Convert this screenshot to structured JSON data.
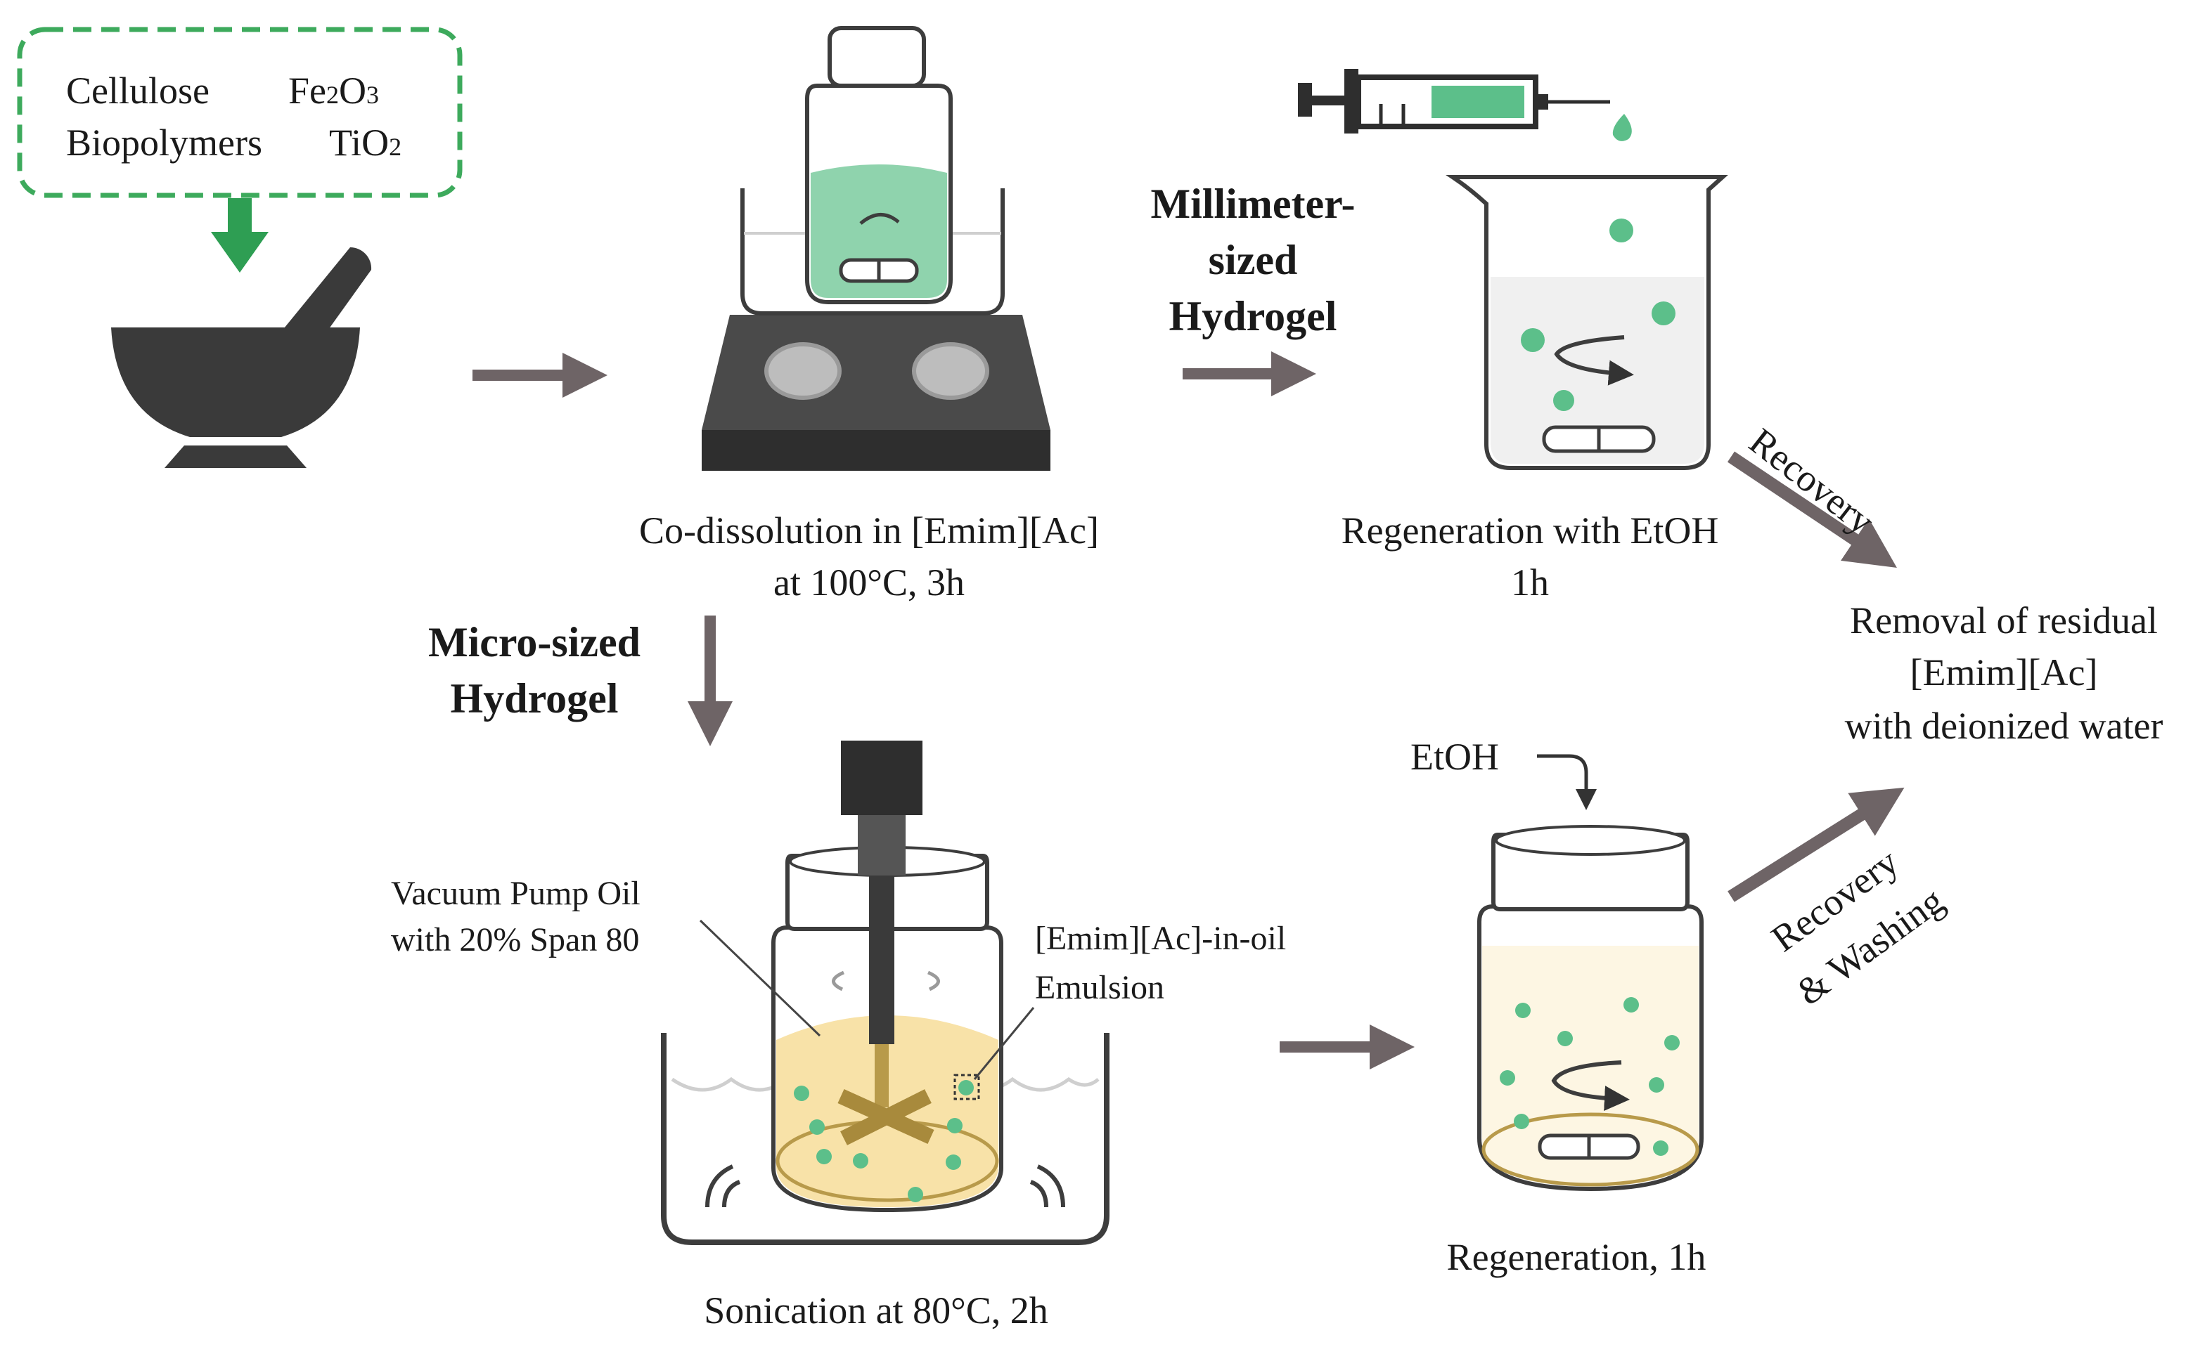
{
  "materials": {
    "cellulose": "Cellulose",
    "iron_oxide_base": "Fe",
    "iron_oxide_sub1": "2",
    "iron_oxide_mid": "O",
    "iron_oxide_sub2": "3",
    "biopolymers": "Biopolymers",
    "titania_base": "TiO",
    "titania_sub": "2"
  },
  "steps": {
    "codissolution_line1": "Co-dissolution in [Emim][Ac]",
    "codissolution_line2": "at 100°C, 3h",
    "millimeter_line1": "Millimeter-",
    "millimeter_line2": "sized",
    "millimeter_line3": "Hydrogel",
    "regen_etoh_line1": "Regeneration  with EtOH",
    "regen_etoh_line2": "1h",
    "recovery_top": "Recovery",
    "removal_line1": "Removal of residual",
    "removal_line2": "[Emim][Ac]",
    "removal_line3": "with deionized  water",
    "micro_line1": "Micro-sized",
    "micro_line2": "Hydrogel",
    "oil_line1": "Vacuum Pump Oil",
    "oil_line2": "with 20% Span 80",
    "emulsion_line1": "[Emim][Ac]-in-oil",
    "emulsion_line2": "Emulsion",
    "sonication": "Sonication at 80°C, 2h",
    "etoh": "EtOH",
    "regen_1h": "Regeneration,  1h",
    "recovery_bottom_line1": "Recovery",
    "recovery_bottom_line2": "& Washing"
  },
  "colors": {
    "green_dashed_box": "#3daa5c",
    "green_arrow": "#2e9e53",
    "bead_green": "#5cbf8a",
    "arrow_gray": "#6e6466",
    "dark_equipment": "#3d3d3d",
    "emulsion_yellow": "#f8e2a8",
    "solution_green": "#8fd3ad"
  }
}
